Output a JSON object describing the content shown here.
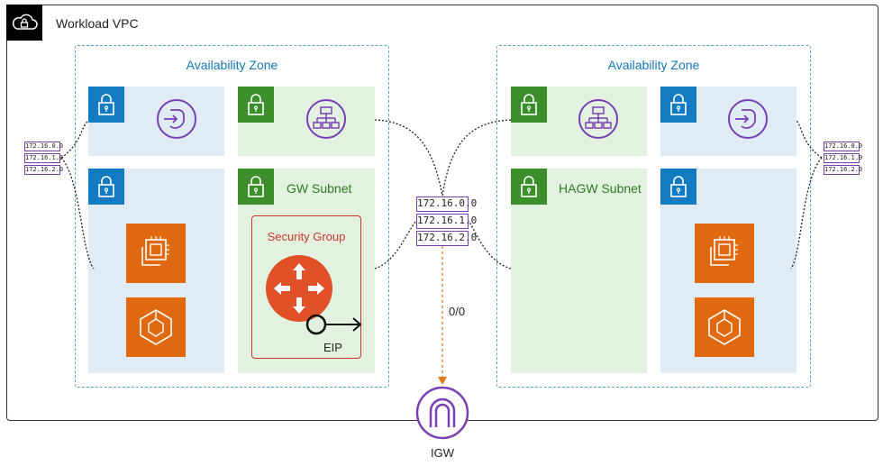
{
  "vpc": {
    "title": "Workload VPC"
  },
  "availability_zones": [
    {
      "title": "Availability Zone"
    },
    {
      "title": "Availability Zone"
    }
  ],
  "subnets": {
    "gw": "GW Subnet",
    "hagw": "HAGW Subnet"
  },
  "security_group": {
    "title": "Security Group",
    "eip_label": "EIP"
  },
  "route_table": {
    "cidrs": [
      "172.16.0.0",
      "172.16.1.0",
      "172.16.2.0"
    ]
  },
  "left_routes": {
    "cidrs": [
      "172.16.0.0",
      "172.16.1.0",
      "172.16.2.0"
    ]
  },
  "right_routes": {
    "cidrs": [
      "172.16.0.0",
      "172.16.1.0",
      "172.16.2.0"
    ]
  },
  "default_route": {
    "label": "0/0"
  },
  "igw": {
    "label": "IGW"
  },
  "colors": {
    "subnet_private": "#dfecf5",
    "subnet_public": "#e3f1e1",
    "lock_private": "#137bc1",
    "lock_public": "#3a8f2b",
    "compute": "#e0690f",
    "network": "#7a3fb5",
    "security_group": "#c9352a",
    "default_route": "#e07b1f"
  }
}
